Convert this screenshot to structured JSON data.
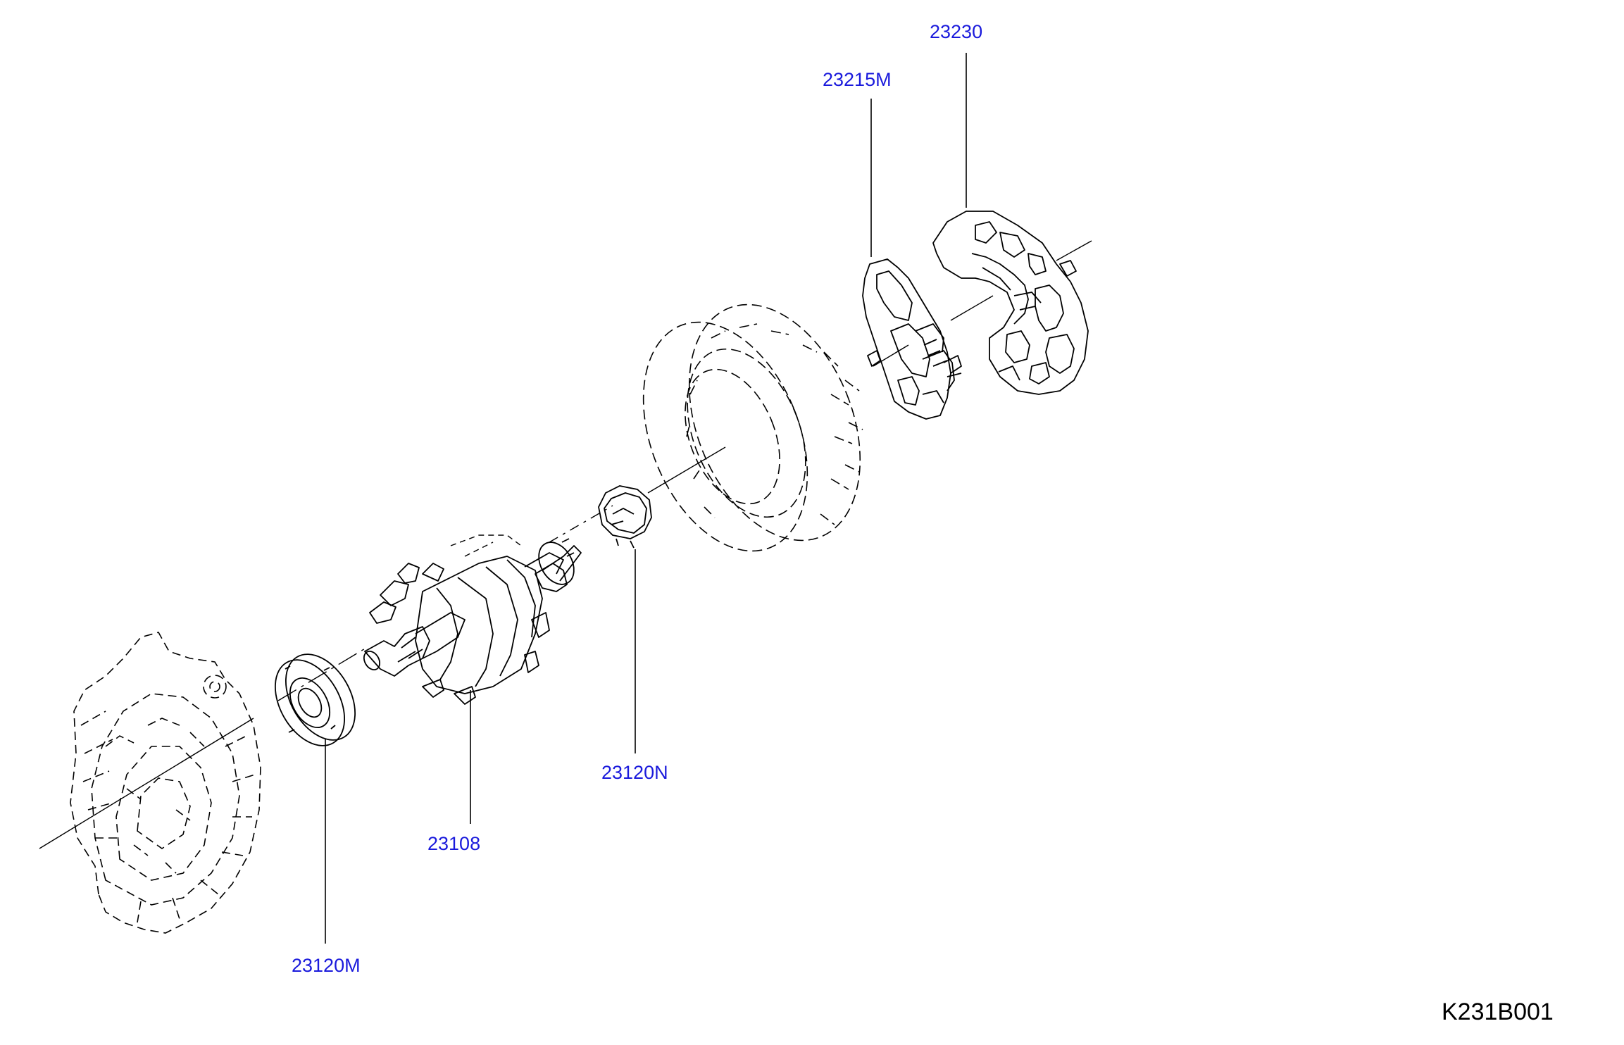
{
  "diagram": {
    "drawing_code": "K231B001",
    "callouts": {
      "p23230": "23230",
      "p23215M": "23215M",
      "p23120N": "23120N",
      "p23108": "23108",
      "p23120M": "23120M"
    },
    "callout_color": "#1a1adc"
  }
}
